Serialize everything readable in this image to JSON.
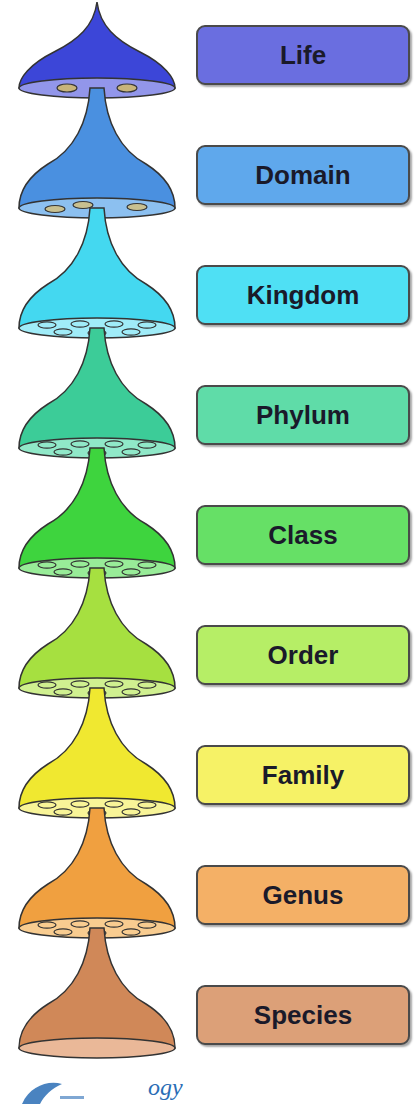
{
  "diagram": {
    "nodes": [
      {
        "text": [
          "Life"
        ]
      },
      {
        "text": [
          "Domain"
        ]
      },
      {
        "text": [
          "Kingdom"
        ]
      },
      {
        "text": [
          "Phylum"
        ]
      },
      {
        "text": [
          "Class"
        ]
      },
      {
        "text": [
          "Order"
        ]
      },
      {
        "text": [
          "Family"
        ]
      },
      {
        "text": [
          "Genus"
        ]
      },
      {
        "text": [
          "Species"
        ]
      }
    ],
    "labels": [
      "ogy"
    ]
  }
}
